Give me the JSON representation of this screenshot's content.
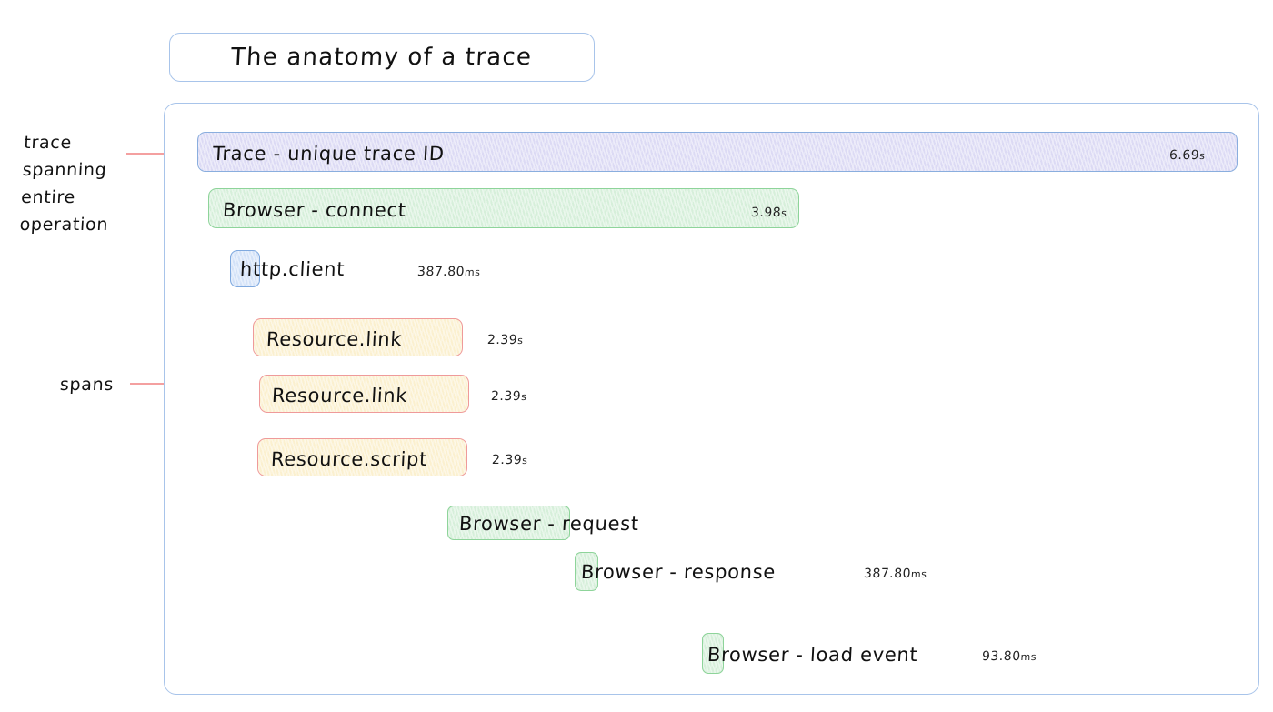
{
  "title": {
    "text": "The anatomy of a trace"
  },
  "annotations": [
    {
      "name": "trace-annotation",
      "text": "trace\nspanning\nentire\noperation"
    },
    {
      "name": "spans-annotation",
      "text": "spans"
    }
  ],
  "spans": [
    {
      "name": "trace-root",
      "label": "Trace - unique trace ID",
      "duration": "6.69",
      "unit": "s",
      "color": "purple",
      "duration_inside": true
    },
    {
      "name": "browser-connect",
      "label": "Browser - connect",
      "duration": "3.98",
      "unit": "s",
      "color": "green",
      "duration_inside": true
    },
    {
      "name": "http-client",
      "label": "http.client",
      "duration": "387.80",
      "unit": "ms",
      "color": "blue",
      "duration_inside": false
    },
    {
      "name": "resource-link-1",
      "label": "Resource.link",
      "duration": "2.39",
      "unit": "s",
      "color": "yellow",
      "duration_inside": false
    },
    {
      "name": "resource-link-2",
      "label": "Resource.link",
      "duration": "2.39",
      "unit": "s",
      "color": "yellow",
      "duration_inside": false
    },
    {
      "name": "resource-script",
      "label": "Resource.script",
      "duration": "2.39",
      "unit": "s",
      "color": "yellow",
      "duration_inside": false
    },
    {
      "name": "browser-request",
      "label": "Browser - request",
      "duration": "",
      "unit": "",
      "color": "green",
      "duration_inside": false
    },
    {
      "name": "browser-response",
      "label": "Browser - response",
      "duration": "387.80",
      "unit": "ms",
      "color": "green",
      "duration_inside": false
    },
    {
      "name": "browser-load-event",
      "label": "Browser - load event",
      "duration": "93.80",
      "unit": "ms",
      "color": "green",
      "duration_inside": false
    }
  ],
  "colors": {
    "panel_border": "#a8c4ea",
    "trace_fill": "#dcdaf4",
    "browser_fill": "#d6efda",
    "http_fill": "#d3e2f8",
    "resource_fill": "#fbf0cf",
    "resource_border": "#ef9a9a",
    "annotation_line": "#f4a0a0"
  }
}
